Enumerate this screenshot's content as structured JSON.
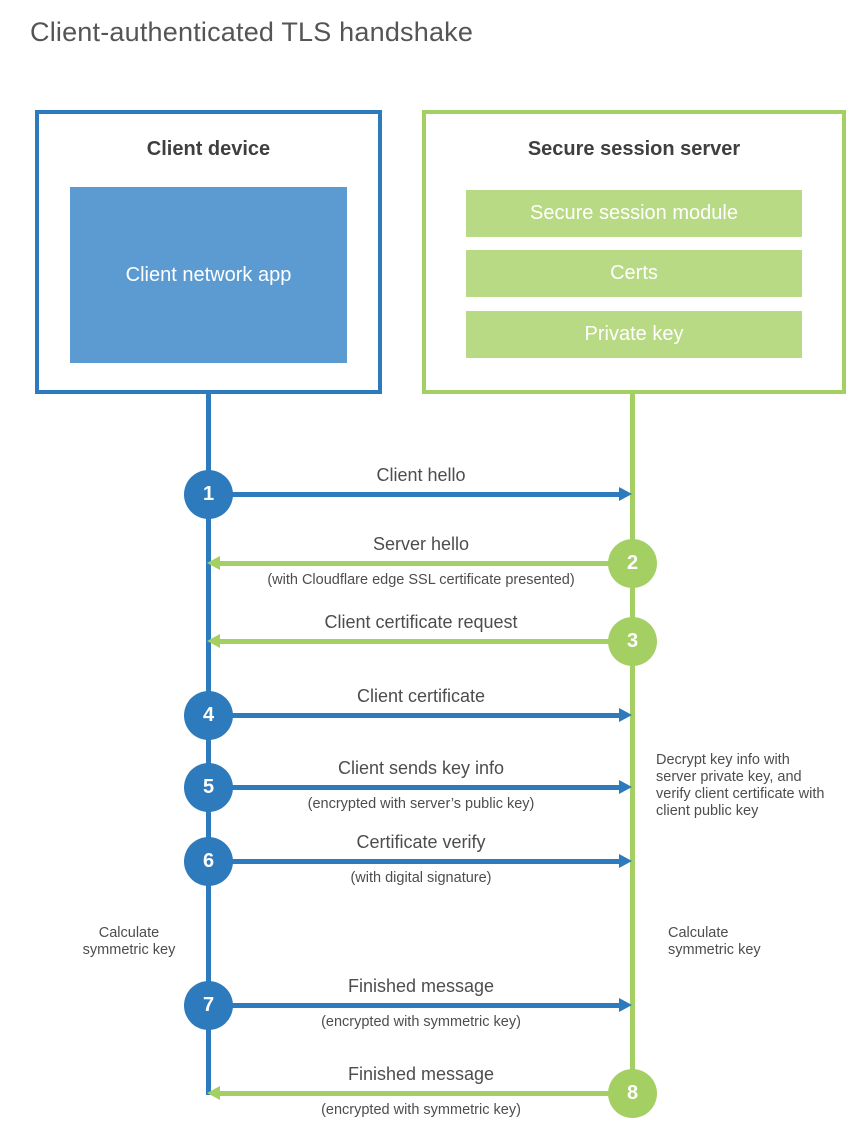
{
  "title": "Client-authenticated TLS handshake",
  "colors": {
    "blue": "#2d7bbd",
    "blue_fill": "#5b9bd2",
    "green": "#a4d063",
    "green_fill": "#b9da84"
  },
  "client_box": {
    "title": "Client device",
    "app_label": "Client network app"
  },
  "server_box": {
    "title": "Secure session server",
    "modules": [
      "Secure session module",
      "Certs",
      "Private key"
    ]
  },
  "steps": [
    {
      "num": "1",
      "label": "Client hello",
      "direction": "right",
      "actor": "client"
    },
    {
      "num": "2",
      "label": "Server hello",
      "sub": "(with Cloudflare edge SSL certificate presented)",
      "direction": "left",
      "actor": "server"
    },
    {
      "num": "3",
      "label": "Client certificate request",
      "direction": "left",
      "actor": "server"
    },
    {
      "num": "4",
      "label": "Client certificate",
      "direction": "right",
      "actor": "client"
    },
    {
      "num": "5",
      "label": "Client sends key info",
      "sub": "(encrypted with server’s public key)",
      "direction": "right",
      "actor": "client"
    },
    {
      "num": "6",
      "label": "Certificate verify",
      "sub": "(with digital signature)",
      "direction": "right",
      "actor": "client"
    },
    {
      "num": "7",
      "label": "Finished message",
      "sub": "(encrypted with symmetric key)",
      "direction": "right",
      "actor": "client"
    },
    {
      "num": "8",
      "label": "Finished message",
      "sub": "(encrypted with symmetric key)",
      "direction": "left",
      "actor": "server"
    }
  ],
  "notes": {
    "decrypt": "Decrypt key info with server private key, and verify client certificate with client public key",
    "calc_left": "Calculate symmetric key",
    "calc_right": "Calculate symmetric key"
  }
}
